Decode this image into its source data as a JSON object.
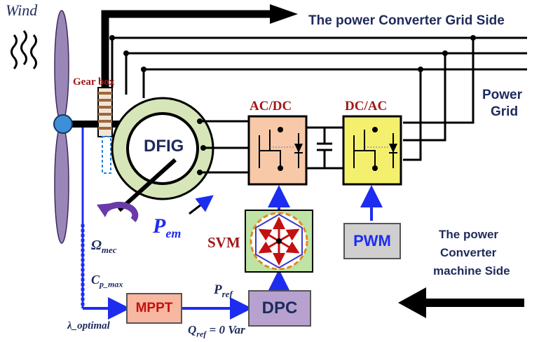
{
  "labels": {
    "wind": "Wind",
    "gearbox": "Gear box",
    "dfig": "DFIG",
    "acdc": "AC/DC",
    "dcac": "DC/AC",
    "grid_side": "The power Converter Grid Side",
    "power_grid_1": "Power",
    "power_grid_2": "Grid",
    "pem_main": "P",
    "pem_sub": "em",
    "svm": "SVM",
    "pwm": "PWM",
    "mppt": "MPPT",
    "dpc": "DPC",
    "omega": "Ω",
    "omega_sub": "mec",
    "cp_main": "C",
    "cp_sub": "p_max",
    "lambda": "λ_optimal",
    "pref_main": "P",
    "pref_sub": "ref",
    "qref_main": "Q",
    "qref_sub": "ref",
    "qref_tail": "= 0 Var",
    "machine_side_1": "The power",
    "machine_side_2": "Converter",
    "machine_side_3": "machine Side"
  },
  "colors": {
    "black": "#000000",
    "navy": "#1f2a5c",
    "dark_red": "#a01818",
    "blue": "#1e2cf0",
    "purple_blade": "#9b86b8",
    "hub": "#3d8fd8",
    "stator_ring": "#d6e6b8",
    "acdc_fill": "#f7c9a8",
    "dcac_fill": "#f4f06e",
    "mppt_fill": "#f7b7a0",
    "dpc_fill": "#b7a2cf",
    "pwm_fill": "#cfcfcf",
    "svm_fill": "#bfe3a5",
    "gearbox_fill": "#a0663a"
  }
}
